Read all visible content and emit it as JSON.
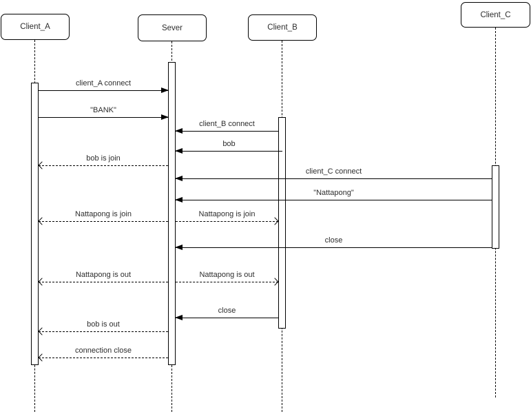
{
  "diagram_type": "uml-sequence-diagram",
  "colors": {
    "background": "#ffffff",
    "line": "#000000",
    "text": "#2d2d2d"
  },
  "participants": [
    {
      "name": "Client_A"
    },
    {
      "name": "Sever"
    },
    {
      "name": "Client_B"
    },
    {
      "name": "Client_C"
    }
  ],
  "messages": [
    {
      "label": "client_A connect",
      "from": "Client_A",
      "to": "Sever",
      "style": "solid"
    },
    {
      "label": "\"BANK\"",
      "from": "Client_A",
      "to": "Sever",
      "style": "solid"
    },
    {
      "label": "client_B connect",
      "from": "Client_B",
      "to": "Sever",
      "style": "solid"
    },
    {
      "label": "bob",
      "from": "Client_B",
      "to": "Sever",
      "style": "solid"
    },
    {
      "label": "bob is join",
      "from": "Sever",
      "to": "Client_A",
      "style": "dashed"
    },
    {
      "label": "client_C connect",
      "from": "Client_C",
      "to": "Sever",
      "style": "solid"
    },
    {
      "label": "\"Nattapong\"",
      "from": "Client_C",
      "to": "Sever",
      "style": "solid"
    },
    {
      "label": "Nattapong is join",
      "from": "Sever",
      "to": "Client_A",
      "style": "dashed"
    },
    {
      "label": "Nattapong is join",
      "from": "Sever",
      "to": "Client_B",
      "style": "dashed"
    },
    {
      "label": "close",
      "from": "Client_C",
      "to": "Sever",
      "style": "solid"
    },
    {
      "label": "Nattapong is out",
      "from": "Sever",
      "to": "Client_A",
      "style": "dashed"
    },
    {
      "label": "Nattapong is out",
      "from": "Sever",
      "to": "Client_B",
      "style": "dashed"
    },
    {
      "label": "close",
      "from": "Client_B",
      "to": "Sever",
      "style": "solid"
    },
    {
      "label": "bob is out",
      "from": "Sever",
      "to": "Client_A",
      "style": "dashed"
    },
    {
      "label": "connection close",
      "from": "Sever",
      "to": "Client_A",
      "style": "dashed"
    }
  ]
}
